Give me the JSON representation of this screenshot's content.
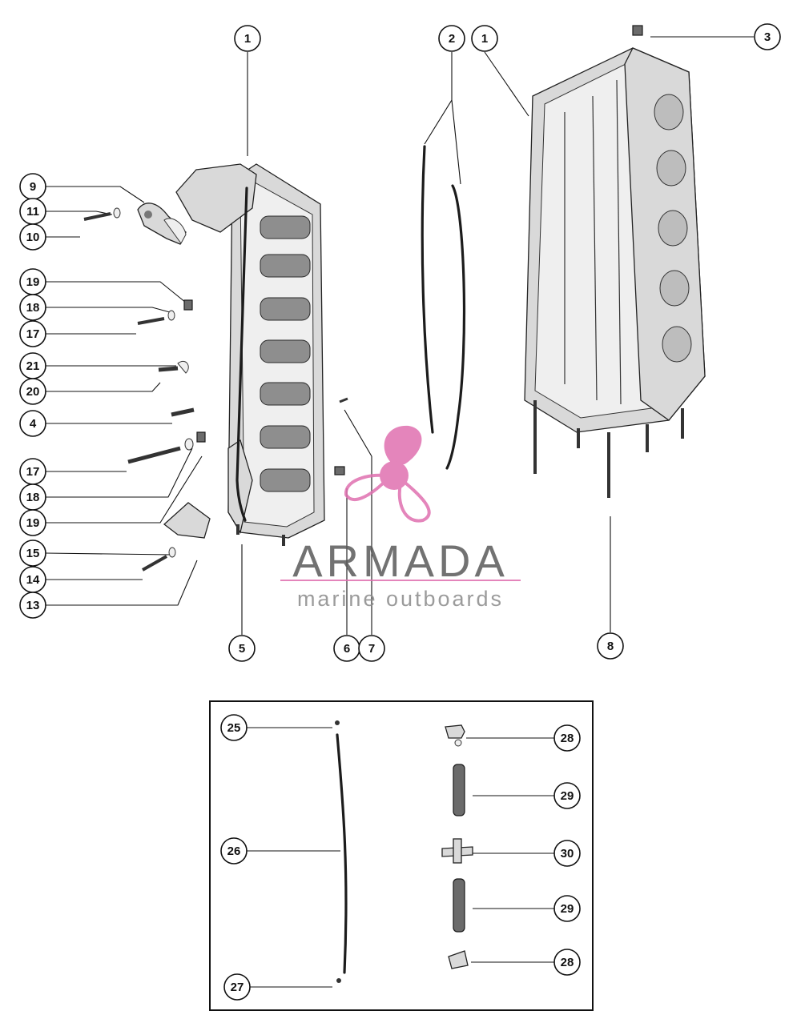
{
  "callouts": [
    {
      "label": "1"
    },
    {
      "label": "2"
    },
    {
      "label": "1"
    },
    {
      "label": "3"
    },
    {
      "label": "9"
    },
    {
      "label": "11"
    },
    {
      "label": "10"
    },
    {
      "label": "19"
    },
    {
      "label": "18"
    },
    {
      "label": "17"
    },
    {
      "label": "21"
    },
    {
      "label": "20"
    },
    {
      "label": "4"
    },
    {
      "label": "17"
    },
    {
      "label": "18"
    },
    {
      "label": "19"
    },
    {
      "label": "15"
    },
    {
      "label": "14"
    },
    {
      "label": "13"
    },
    {
      "label": "5"
    },
    {
      "label": "6"
    },
    {
      "label": "7"
    },
    {
      "label": "8"
    },
    {
      "label": "25"
    },
    {
      "label": "26"
    },
    {
      "label": "27"
    },
    {
      "label": "28"
    },
    {
      "label": "29"
    },
    {
      "label": "30"
    },
    {
      "label": "29"
    },
    {
      "label": "28"
    }
  ],
  "watermark": {
    "brand": "ARMADA",
    "tagline": "marine outboards",
    "accent_color": "#e070b0",
    "text_color": "#5a5a5a"
  }
}
